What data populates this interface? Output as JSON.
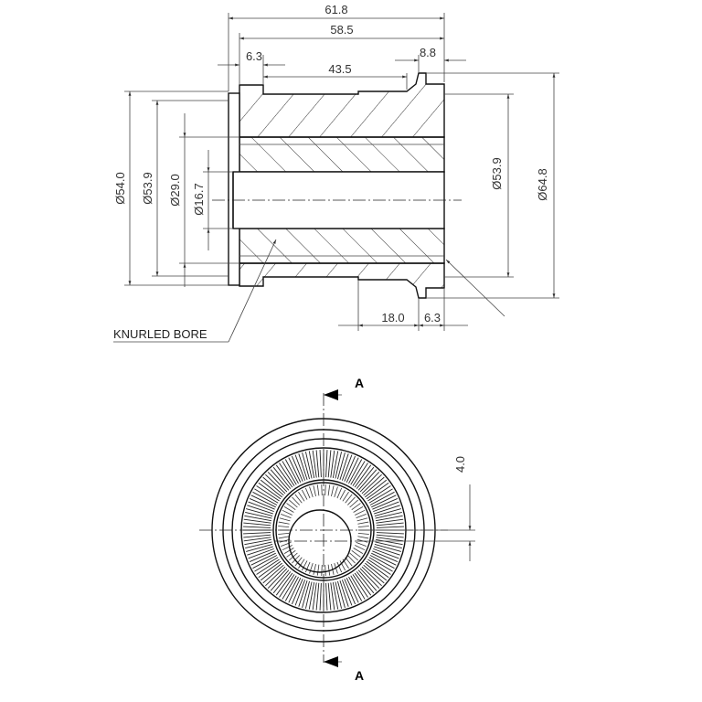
{
  "dimensions": {
    "overall_length": "61.8",
    "body_length": "58.5",
    "flange_offset": "6.3",
    "bore_length": "43.5",
    "shoulder_width": "8.8",
    "dia_outer_left": "Ø54.0",
    "dia_body_left": "Ø53.9",
    "dia_knurl": "Ø29.0",
    "dia_bore": "Ø16.7",
    "dia_body_right": "Ø53.9",
    "dia_flange": "Ø64.8",
    "groove_length": "18.0",
    "groove_step": "6.3",
    "offset_vertical": "4.0"
  },
  "notes": {
    "knurled_bore": "KNURLED BORE"
  },
  "section": {
    "label_top": "A",
    "label_bottom": "A"
  },
  "colors": {
    "line": "#111111",
    "hatch": "#333333",
    "background": "#ffffff"
  }
}
